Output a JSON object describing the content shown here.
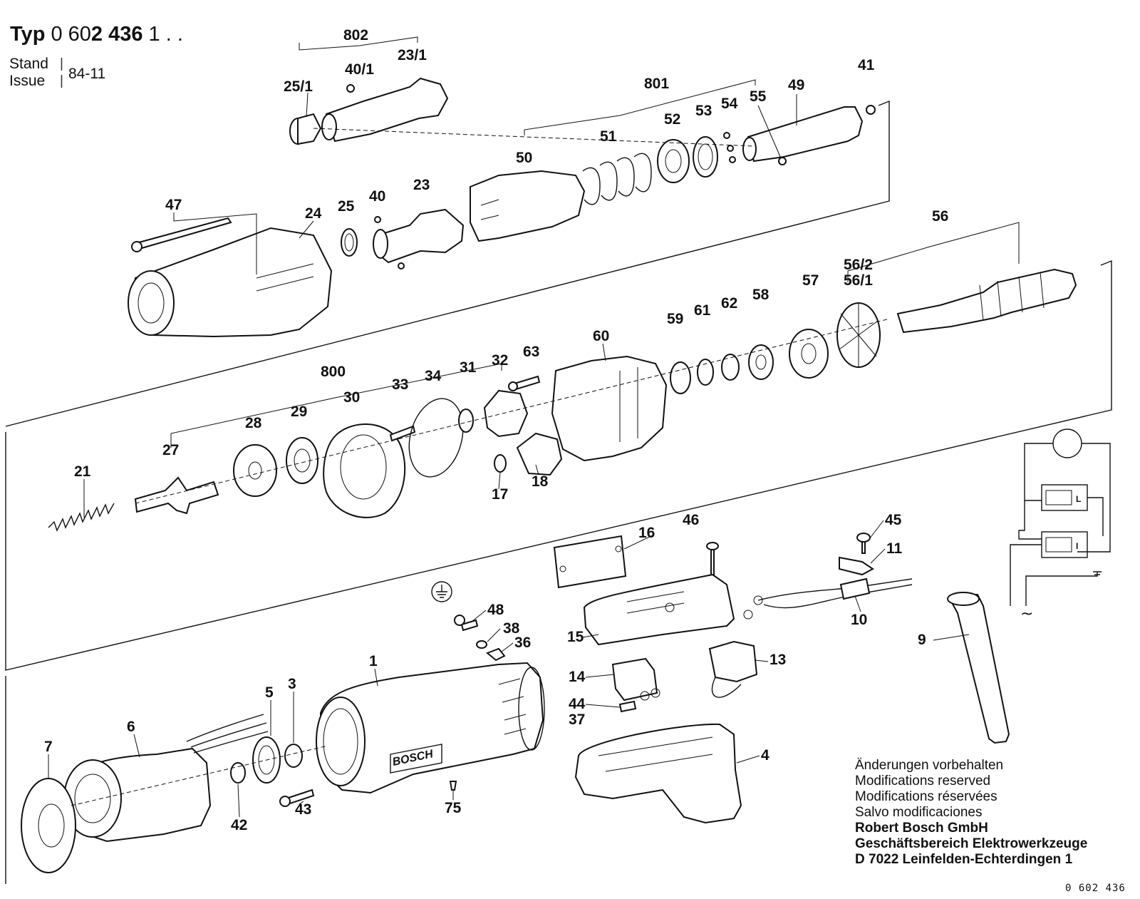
{
  "header": {
    "typ_word": "Typ",
    "typ_number_plain": "0 60",
    "typ_number_bold": "2 436",
    "typ_suffix": " 1 . .",
    "stand_label_1": "Stand",
    "stand_label_2": "Issue",
    "stand_separator": "|",
    "stand_value": "84-11"
  },
  "parts": {
    "p802": "802",
    "p40_1": "40/1",
    "p23_1": "23/1",
    "p25_1": "25/1",
    "p801": "801",
    "p41": "41",
    "p49": "49",
    "p55": "55",
    "p54": "54",
    "p53": "53",
    "p52": "52",
    "p51": "51",
    "p50": "50",
    "p47": "47",
    "p24": "24",
    "p25": "25",
    "p40": "40",
    "p23": "23",
    "p56": "56",
    "p56_2": "56/2",
    "p56_1": "56/1",
    "p57": "57",
    "p58": "58",
    "p62": "62",
    "p61": "61",
    "p59": "59",
    "p60": "60",
    "p800": "800",
    "p63": "63",
    "p32": "32",
    "p31": "31",
    "p34": "34",
    "p33": "33",
    "p30": "30",
    "p29": "29",
    "p28": "28",
    "p27": "27",
    "p21": "21",
    "p17": "17",
    "p18": "18",
    "p16": "16",
    "p46": "46",
    "p45": "45",
    "p11": "11",
    "p10": "10",
    "p9": "9",
    "p48": "48",
    "p38": "38",
    "p36": "36",
    "p15": "15",
    "p13": "13",
    "p14": "14",
    "p44": "44",
    "p37": "37",
    "p4": "4",
    "p1": "1",
    "p3": "3",
    "p5": "5",
    "p6": "6",
    "p7": "7",
    "p42": "42",
    "p43": "43",
    "p75": "75"
  },
  "housing_brand": "BOSCH",
  "schematic": {
    "switch_top_label": "L",
    "switch_bottom_label": "I",
    "ac_symbol": "~"
  },
  "notes": {
    "line1": "Änderungen vorbehalten",
    "line2": "Modifications reserved",
    "line3": "Modifications réservées",
    "line4": "Salvo modificaciones",
    "company1": "Robert Bosch GmbH",
    "company2": "Geschäftsbereich Elektrowerkzeuge",
    "company3": "D 7022 Leinfelden-Echterdingen 1"
  },
  "doc_number": "0 602 436"
}
